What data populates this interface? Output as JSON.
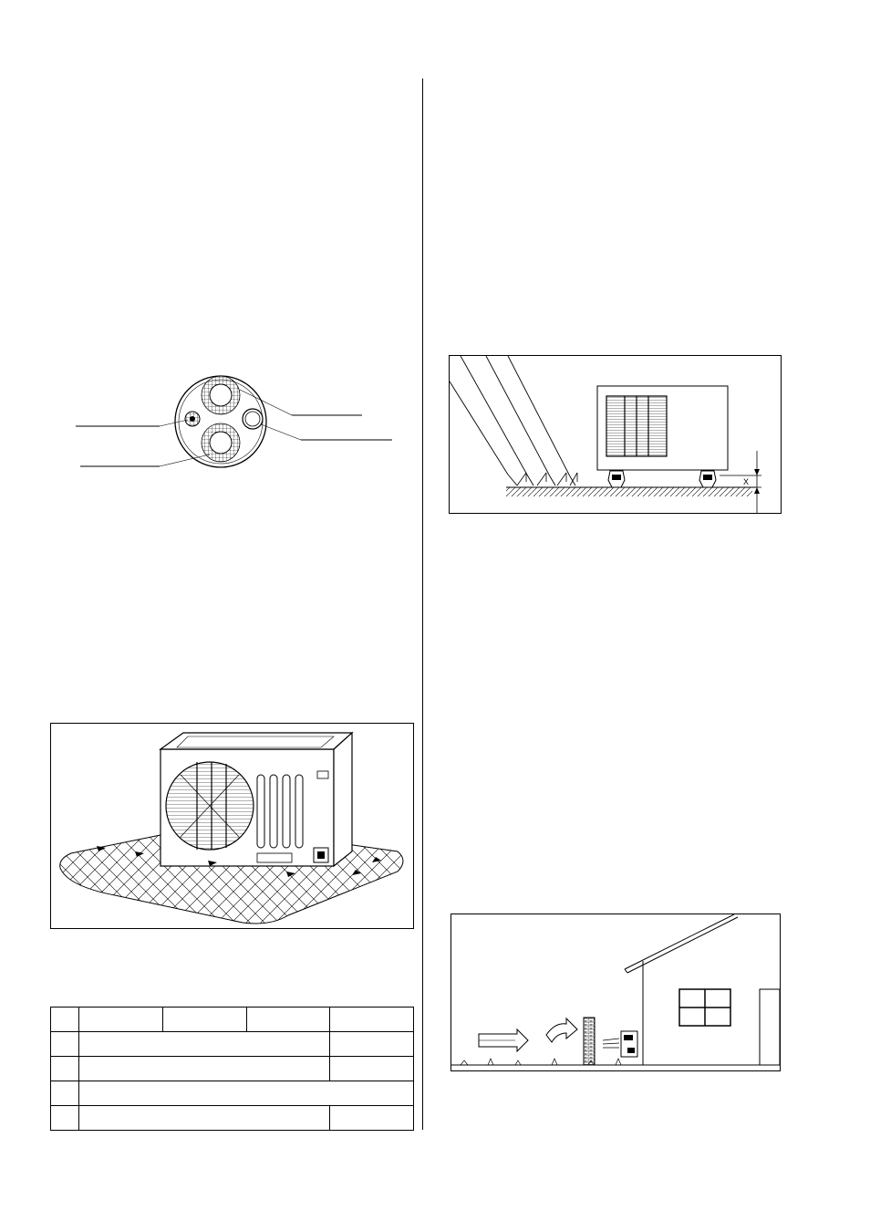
{
  "page": {
    "figures": [
      {
        "id": "pipe-connection-diagram",
        "kind": "pipe-port-circle"
      },
      {
        "id": "outdoor-unit-base-diagram",
        "kind": "unit-on-mat"
      },
      {
        "id": "sun-and-feet-diagram",
        "kind": "unit-on-feet-sunlight"
      },
      {
        "id": "wind-barrier-diagram",
        "kind": "unit-behind-wall"
      }
    ],
    "spec_table": {
      "rows": [
        {
          "cells": [
            "",
            "",
            "",
            "",
            ""
          ]
        },
        {
          "cells": [
            "",
            "",
            ""
          ]
        },
        {
          "cells": [
            "",
            "",
            ""
          ]
        },
        {
          "cells": [
            "",
            ""
          ]
        },
        {
          "cells": [
            "",
            "",
            ""
          ]
        }
      ]
    },
    "dimension_label": "X"
  }
}
